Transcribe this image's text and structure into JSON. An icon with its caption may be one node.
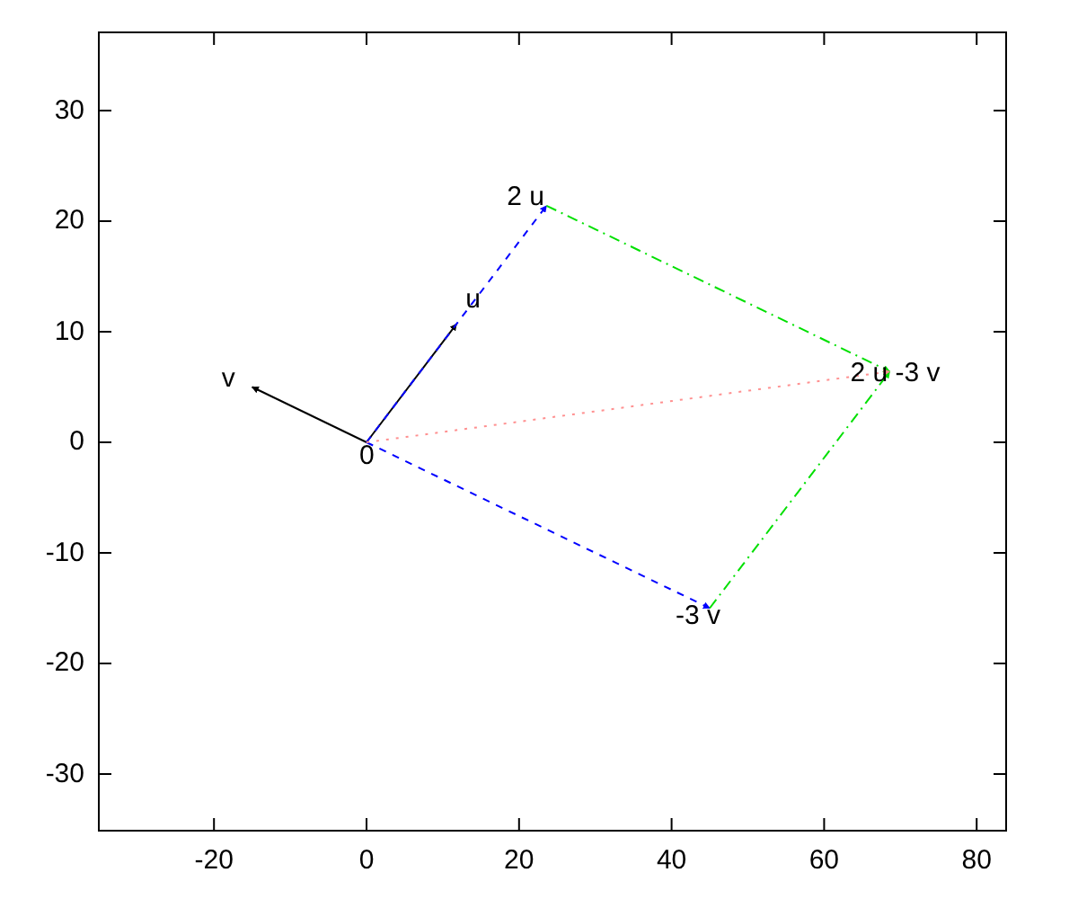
{
  "diagram": {
    "nodes": [
      {
        "text": [
          "0"
        ]
      },
      {
        "text": [
          "u"
        ]
      },
      {
        "text": [
          "v"
        ]
      },
      {
        "text": [
          "2 u"
        ]
      },
      {
        "text": [
          "-3 v"
        ]
      },
      {
        "text": [
          "2 u -3 v"
        ]
      }
    ],
    "edges": [
      {
        "from": 0,
        "to": 1,
        "arrow": "to",
        "color": "#000000"
      },
      {
        "from": 0,
        "to": 2,
        "arrow": "to",
        "color": "#000000"
      },
      {
        "from": 0,
        "to": 3,
        "arrow": "to",
        "style": "dashed",
        "color": "#0000ff"
      },
      {
        "from": 0,
        "to": 4,
        "arrow": "to",
        "style": "dashed",
        "color": "#0000ff"
      },
      {
        "from": 3,
        "to": 5,
        "arrow": "to",
        "style": "dashed",
        "color": "#00e000"
      },
      {
        "from": 4,
        "to": 5,
        "arrow": "to",
        "style": "dashed",
        "color": "#00e000"
      },
      {
        "from": 0,
        "to": 5,
        "arrow": "to",
        "style": "dashed",
        "color": "#ff9090"
      }
    ],
    "labels": [
      "30",
      "20",
      "10",
      "0",
      "-10",
      "-20",
      "-30",
      "-20",
      "0",
      "20",
      "40",
      "60",
      "80"
    ]
  }
}
